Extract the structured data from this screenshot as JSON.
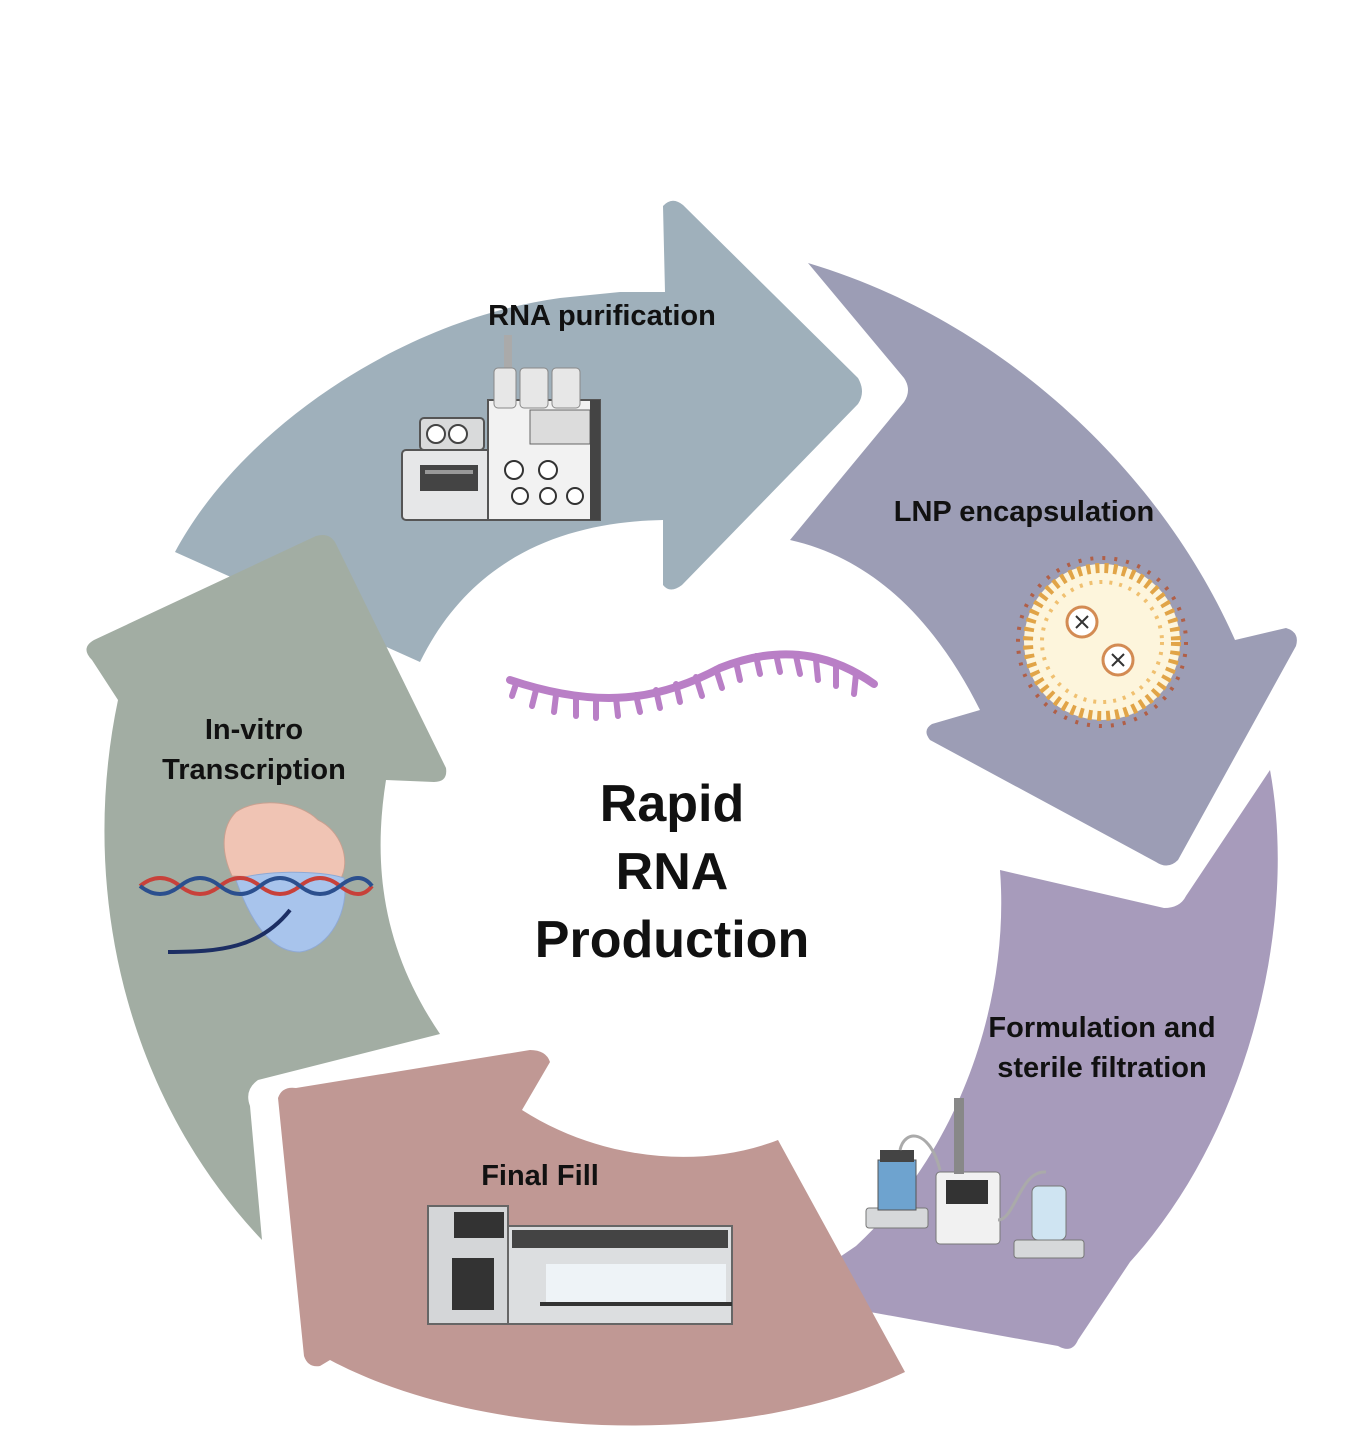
{
  "center_title": [
    "Rapid",
    "RNA",
    "Production"
  ],
  "steps": [
    {
      "id": "rna-purification",
      "lines": [
        "RNA purification"
      ],
      "color": "#9fb0bb",
      "icon": "chromatography-system-icon"
    },
    {
      "id": "lnp-encapsulation",
      "lines": [
        "LNP encapsulation"
      ],
      "color": "#9c9db5",
      "icon": "lipid-nanoparticle-icon"
    },
    {
      "id": "formulation",
      "lines": [
        "Formulation and",
        "sterile filtration"
      ],
      "color": "#a79bbb",
      "icon": "filtration-equipment-icon"
    },
    {
      "id": "final-fill",
      "lines": [
        "Final Fill"
      ],
      "color": "#c09894",
      "icon": "fill-finish-machine-icon"
    },
    {
      "id": "ivt",
      "lines": [
        "In-vitro",
        "Transcription"
      ],
      "color": "#a2ada3",
      "icon": "rna-polymerase-dna-icon"
    }
  ],
  "center_icon": "mrna-strand-icon",
  "colors": {
    "rna_strand": "#b97fc6",
    "dna_red": "#c8413a",
    "dna_blue": "#2b4f8e",
    "rna_dark": "#1c2e63"
  }
}
